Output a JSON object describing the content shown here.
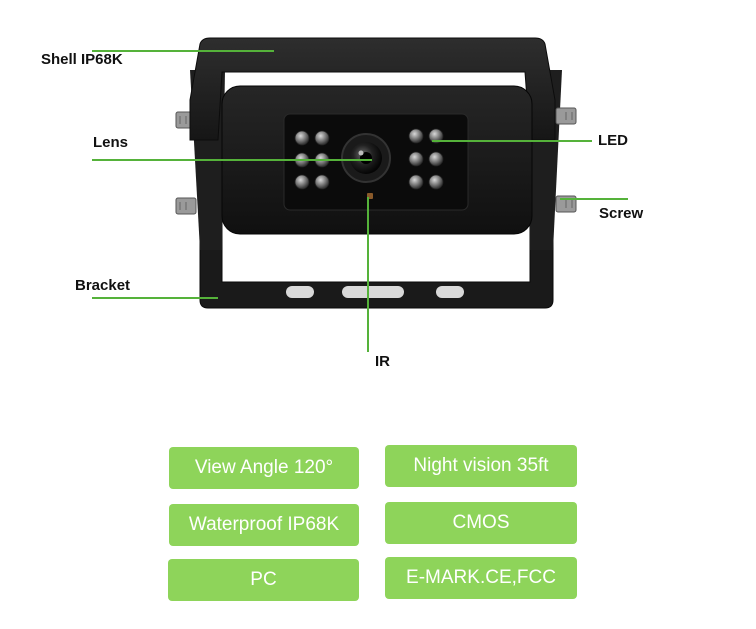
{
  "colors": {
    "accent_green": "#8ed45a",
    "callout_line": "#55b23a",
    "badge_text": "#ffffff",
    "camera_body": "#1c1c1c"
  },
  "callouts": {
    "shell": "Shell IP68K",
    "lens": "Lens",
    "led": "LED",
    "screw": "Screw",
    "bracket": "Bracket",
    "ir": "IR"
  },
  "features": [
    "View Angle 120°",
    "Night vision 35ft",
    "Waterproof IP68K",
    "CMOS",
    "PC",
    "E-MARK.CE,FCC"
  ]
}
